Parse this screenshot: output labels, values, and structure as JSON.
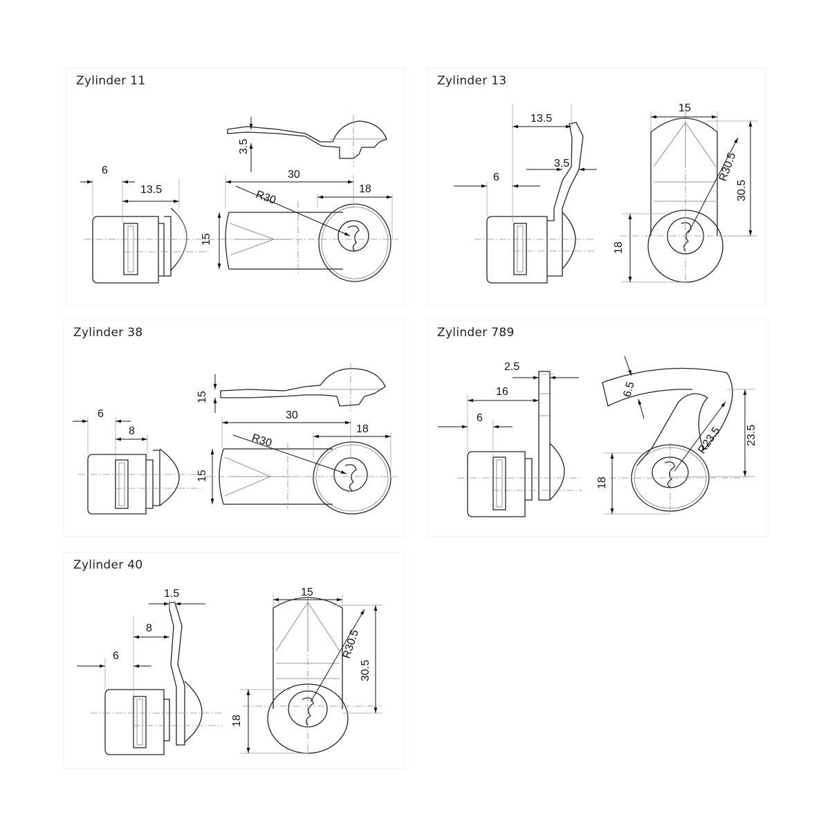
{
  "panels": {
    "z11": {
      "title": "Zylinder 11",
      "dims": {
        "a": "6",
        "b": "13.5",
        "c": "3.5",
        "d": "30",
        "e": "18",
        "f": "R30",
        "g": "15"
      }
    },
    "z13": {
      "title": "Zylinder 13",
      "dims": {
        "a": "13.5",
        "b": "6",
        "c": "3.5",
        "d": "15",
        "e": "R30.5",
        "f": "30.5",
        "g": "18"
      }
    },
    "z38": {
      "title": "Zylinder 38",
      "dims": {
        "a": "15",
        "b": "6",
        "c": "8",
        "d": "30",
        "e": "18",
        "f": "R30",
        "g": "15"
      }
    },
    "z789": {
      "title": "Zylinder 789",
      "dims": {
        "a": "2.5",
        "b": "16",
        "c": "6",
        "d": "6.5",
        "e": "R23.5",
        "f": "23.5",
        "g": "18"
      }
    },
    "z40": {
      "title": "Zylinder 40",
      "dims": {
        "a": "1.5",
        "b": "8",
        "c": "6",
        "d": "15",
        "e": "R30.5",
        "f": "30.5",
        "g": "18"
      }
    }
  }
}
